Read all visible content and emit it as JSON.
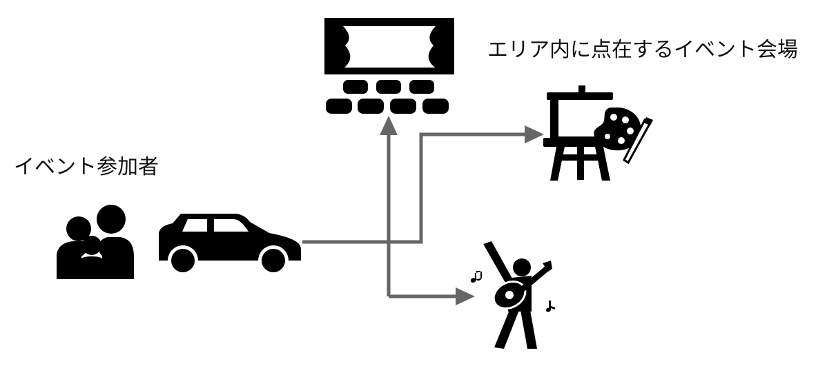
{
  "labels": {
    "venues": "エリア内に点在するイベント会場",
    "participants": "イベント参加者"
  },
  "colors": {
    "icon": "#000000",
    "arrow": "#666666",
    "background": "#ffffff"
  },
  "nodes": [
    {
      "id": "family",
      "icon": "family-icon"
    },
    {
      "id": "car",
      "icon": "car-icon"
    },
    {
      "id": "theater",
      "icon": "theater-icon"
    },
    {
      "id": "easel",
      "icon": "easel-palette-icon"
    },
    {
      "id": "guitarist",
      "icon": "guitarist-icon"
    }
  ],
  "edges": [
    {
      "from": "car",
      "to": "theater"
    },
    {
      "from": "car",
      "to": "easel"
    },
    {
      "from": "car",
      "to": "guitarist"
    }
  ]
}
